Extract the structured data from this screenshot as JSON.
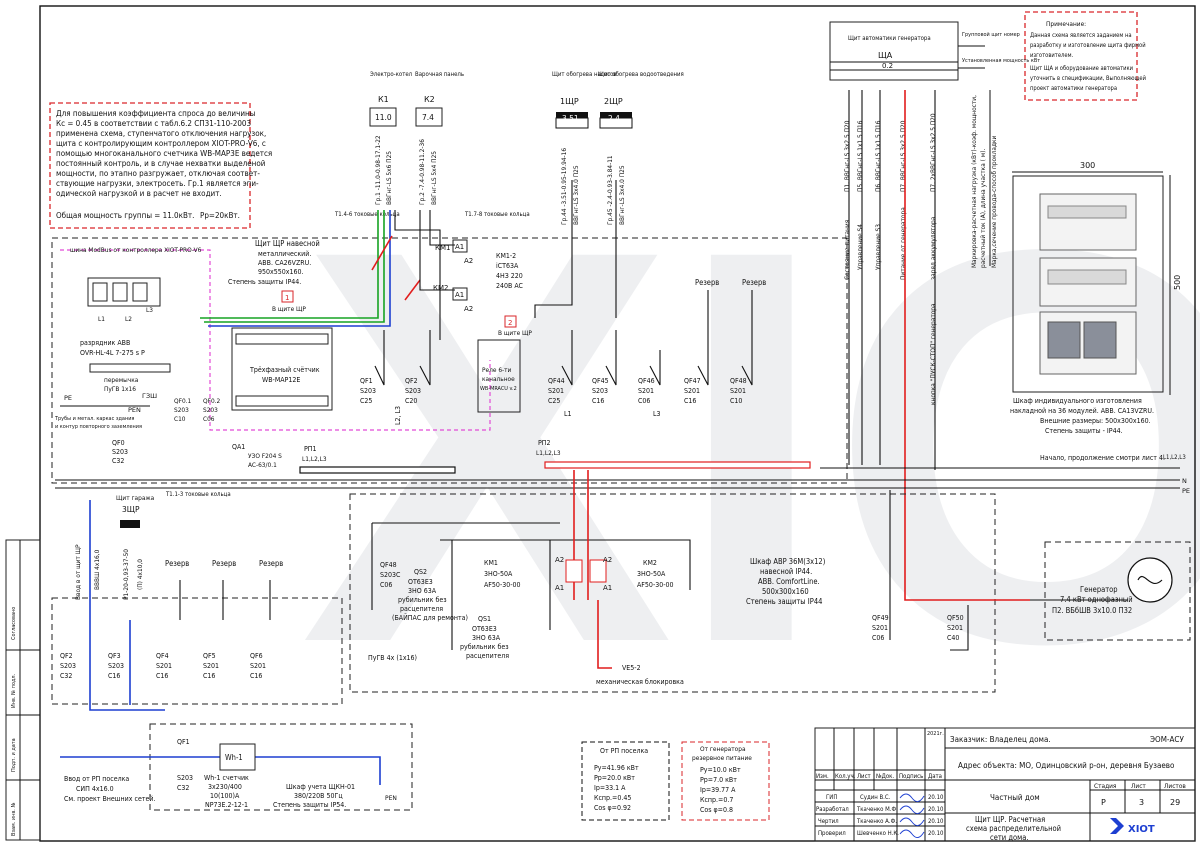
{
  "note_left": [
    "Для повышения коэффициента спроса до величины",
    "Кс = 0.45 в соответствии с табл.6.2  СП31-110-2003",
    "применена схема, ступенчатого отключения нагрузок,",
    "щита с контролирующим контроллером XIOT-PRO-V6, с",
    "помощью многоканального счетчика WB-MAP3E ведется",
    "постоянный контроль, и в случае нехватки выделеной",
    "мощности, по этапно разгружает, отключая соответ-",
    "ствующие нагрузки, электросеть. Гр.1 является эпи-",
    "одической нагрузкой и в расчет не входит.",
    "Общая мощность группы = 11.0кВт.",
    "Рр=20кВт."
  ],
  "note_right": [
    "Примечание:",
    "Данная схема является заданием на",
    "разработку и изготовление щита фирмой",
    "изготовителем.",
    "Щит ЩА и оборудование автоматики",
    "уточнить в спецификации, Выполняющей",
    "проект автоматики генератора"
  ],
  "top_consumers": [
    {
      "name": "Электро-котел",
      "code": "К1",
      "power": "11.0",
      "cable": "ВВГнг-LS 5х6 П25",
      "group": "Гр.1 -11.0-0.98-17.1-22"
    },
    {
      "name": "Варочная панель",
      "code": "К2",
      "power": "7.4",
      "cable": "ВВГнг-LS 5х4 П25",
      "group": "Гр.2 -7.4-0.98-11.2-36"
    },
    {
      "name": "Щит обогрева насосов",
      "code": "1ЩР",
      "power": "3.51",
      "cable": "ВВГнг-LS 3х4.0 П25",
      "group": "Гр.44 -3.51-0.95-19.94-16"
    },
    {
      "name": "Щит обогрева водоотведения",
      "code": "2ЩР",
      "power": "2.4",
      "cable": "ВВГнг-LS 3х4.0 П25",
      "group": "Гр.45 -2.4-0.93-3.84-11"
    },
    {
      "name": "Щит автоматики генератора",
      "code": "ЩА",
      "power": "0.2",
      "cable": "",
      "group": ""
    }
  ],
  "top_consumer_header": {
    "group_panel": "Групповой щит номер",
    "power_label": "Установленная мощность кВт"
  },
  "right_vertical_cables": [
    "П1. ВВГнг-LS 3х2.5 П20",
    "П5. ВВГнг-LS 1х1.5 П16",
    "П6. ВВГнг-LS 1х1.5 П16",
    "П7. ВВГнг-LS 3х2.5 П20",
    "П7. 2хВВГнг-LS 3х2.5 П20"
  ],
  "right_vertical_labels": [
    "Состояние питания",
    "Управление S4",
    "Управление S3",
    "Питание от генератора",
    "заряд аккумулятора",
    "кнопка \"ПУСК-СТОП\" генератора"
  ],
  "legend_right": [
    "Маркировка-расчетная нагрузка (кВт)-коэф. мощности,",
    "расчетный ток (А), длина участка ( м).",
    "Марка,сечение провода-способ прокладки"
  ],
  "thermal_marks": [
    "Т1.4-6 токовые кольца",
    "Т1.7-8 токовые кольца",
    "Т1.1-3 токовые кольца"
  ],
  "main_panel": {
    "title": "Щит ЩР навесной",
    "lines": [
      "металлический.",
      "АВВ. CA26VZRU.",
      "950х550х160.",
      "Степень защиты IP44."
    ],
    "modbus": "шина ModBus от контроллера XIOT-PRO-V6"
  },
  "contactors": {
    "km1": "КМ1",
    "km2": "КМ2",
    "a1": "A1",
    "a2": "A2",
    "model": [
      "КМ1-2",
      "iCT63A",
      "4НЗ 220",
      "240В AC"
    ]
  },
  "meter": {
    "title": "Трёхфазный счётчик",
    "model": "WB-MAP12E",
    "tag": "1",
    "place": "В щите ЩР"
  },
  "relay": {
    "title": "Реле 6-ти",
    "lines": [
      "канальное",
      "WB-MRACU v.2"
    ],
    "tag": "2",
    "place": "В щите ЩР"
  },
  "arrester": {
    "title": "разрядник АВВ",
    "model": "OVR-HL-4L 7-275 s P"
  },
  "jumper": {
    "title": "перемычка",
    "model": "ПуГВ 1х16"
  },
  "ground_note": [
    "Трубы и метал. каркас здания",
    "и контур повторного заземления"
  ],
  "pe_labels": {
    "pe": "PE",
    "pen": "PEN",
    "gzsh": "ГЗШ",
    "n": "N"
  },
  "top_breakers": [
    {
      "code": "QF1",
      "type": "S203",
      "rating": "C25"
    },
    {
      "code": "QF2",
      "type": "S203",
      "rating": "C20"
    },
    {
      "code": "QF44",
      "type": "S201",
      "rating": "C25"
    },
    {
      "code": "QF45",
      "type": "S203",
      "rating": "C16"
    },
    {
      "code": "QF46",
      "type": "S201",
      "rating": "C06"
    },
    {
      "code": "QF47",
      "type": "S201",
      "rating": "C16"
    },
    {
      "code": "QF48",
      "type": "S201",
      "rating": "C10"
    }
  ],
  "phase_marks": {
    "l1": "L1",
    "l2": "L2",
    "l3": "L3",
    "l23": "L2, L3",
    "l123": "L1,L2,L3"
  },
  "reserve": "Резерв",
  "aux_breakers": [
    {
      "code": "QF0.1",
      "type": "S203",
      "rating": "C10"
    },
    {
      "code": "QF0.2",
      "type": "S203",
      "rating": "C06"
    },
    {
      "code": "QF0",
      "type": "S203",
      "rating": "C32"
    }
  ],
  "rcd": {
    "code": "QA1",
    "lines": [
      "УЗО F204 S",
      "AC-63/0.1"
    ]
  },
  "rp1": "РП1",
  "rp2": "РП2",
  "continuation": "Начало, продолжение смотри лист 4.",
  "garage": {
    "title": "Щит гаража",
    "code": "3ЩР"
  },
  "left_vertical_texts": [
    "Ввод в от щит ЩР",
    "ВВВШ 4х16,0",
    "Р1-20-0,93-37-50",
    "(П) 4х10,0"
  ],
  "bottom_breakers": [
    {
      "code": "QF2",
      "type": "S203",
      "rating": "C32"
    },
    {
      "code": "QF3",
      "type": "S203",
      "rating": "C16"
    },
    {
      "code": "QF4",
      "type": "S201",
      "rating": "C16"
    },
    {
      "code": "QF5",
      "type": "S201",
      "rating": "C16"
    },
    {
      "code": "QF6",
      "type": "S201",
      "rating": "C16"
    }
  ],
  "qf1_bottom": {
    "code": "QF1",
    "type": "S203",
    "rating": "C32"
  },
  "meter_bottom": {
    "code": "Wh-1",
    "lines": [
      "Wh-1 счетчик",
      "3х230/400",
      "10(100)А",
      "NP73E.2-12-1"
    ]
  },
  "cabinet_bottom": {
    "lines": [
      "Шкаф учета ЩКН-01",
      "380/220В 50Гц",
      "Степень защиты IP54."
    ]
  },
  "entry": {
    "lines": [
      "Ввод от РП поселка",
      "СИП 4х16.0",
      "См. проект Внешних сетей."
    ]
  },
  "avr": {
    "qf48": {
      "code": "QF48",
      "type": "S203C",
      "rating": "C06"
    },
    "qs2": {
      "code": "QS2",
      "lines": [
        "OT63E3",
        "3НО 63А",
        "рубильник без",
        "расцепителя",
        "(БАЙПАС для ремонта)"
      ]
    },
    "qs1": {
      "code": "QS1",
      "lines": [
        "OT63E3",
        "3НО 63А",
        "рубильник без",
        "расцепителя"
      ]
    },
    "km1": {
      "code": "КМ1",
      "lines": [
        "3НО-50А",
        "AF50-30-00"
      ]
    },
    "km2": {
      "code": "КМ2",
      "lines": [
        "3НО-50А",
        "AF50-30-00"
      ]
    },
    "a1": "А1",
    "a2": "А2",
    "ves": "VE5-2",
    "interlock": "механическая блокировка",
    "pugv": "ПуГВ 4х (1х16)",
    "title": [
      "Шкаф АВР 36М(3х12)",
      "навесной IP44.",
      "ABB. ComfortLine.",
      "500х300х160",
      "Степень защиты IP44"
    ]
  },
  "gen_breakers": [
    {
      "code": "QF49",
      "type": "S201",
      "rating": "C06"
    },
    {
      "code": "QF50",
      "type": "S201",
      "rating": "C40"
    }
  ],
  "generator": {
    "lines": [
      "Генератор",
      "7.4 кВт  однофазный",
      "П2. ВБбШВ 3х10.0 П32"
    ]
  },
  "cabinet_right": {
    "dim_w": "300",
    "dim_h": "500",
    "lines": [
      "Шкаф индивидуального изготовления",
      "накладной на 36 модулей. АВВ. CA13VZRU.",
      "Внешние размеры: 500х300х160.",
      "Степень защиты - IP44."
    ]
  },
  "calc_rp": {
    "title": "От РП поселка",
    "lines": [
      "Ру=41.96 кВт",
      "Рр=20.0 кВт",
      "Ip=33.1 A",
      "Кспр.=0.45",
      "Cos φ=0.92"
    ]
  },
  "calc_gen": {
    "title": [
      "От генератора",
      "резервное питание"
    ],
    "lines": [
      "Ру=10.0 кВт",
      "Рр=7.0 кВт",
      "Ip=39.77 A",
      "Кспр.=0.7",
      "Cos φ=0.8"
    ]
  },
  "stamp": {
    "code": "ЭОМ-АСУ",
    "customer": "Заказчик:  Владелец дома.",
    "address": "Адрес объекта: МО, Одинцовский р-он, деревня Бузаево",
    "object": "Частный дом",
    "sheet_title": [
      "Щит ЩР. Расчетная",
      "схема распределительной",
      "сети дома."
    ],
    "year": "2021г.",
    "headers": [
      "Изм.",
      "Кол.уч.",
      "Лист",
      "№Док.",
      "Подпись",
      "Дата"
    ],
    "col_heads": [
      "Стадия",
      "Лист",
      "Листов"
    ],
    "stage": "Р",
    "sheet": "3",
    "sheets": "29",
    "rows": [
      {
        "role": "ГИП",
        "name": "Судин В.С.",
        "date": "20.10"
      },
      {
        "role": "Разработал",
        "name": "Ткаченко М.Ф.",
        "date": "20.10"
      },
      {
        "role": "Чертил",
        "name": "Ткаченко А.Ф.",
        "date": "20.10"
      },
      {
        "role": "Проверил",
        "name": "Шевченко Н.К.",
        "date": "20.10"
      }
    ],
    "logo": "XIOT"
  },
  "side_stamp": [
    "Согласовано",
    "Инв. № подл.",
    "Подп. и дата",
    "Взам. инв. №"
  ],
  "colors": {
    "phase_blue": "#1d3fd1",
    "phase_red": "#e11d1d",
    "phase_green": "#17a323",
    "note_red": "#d9262a",
    "modbus_pink": "#e24bd6"
  }
}
